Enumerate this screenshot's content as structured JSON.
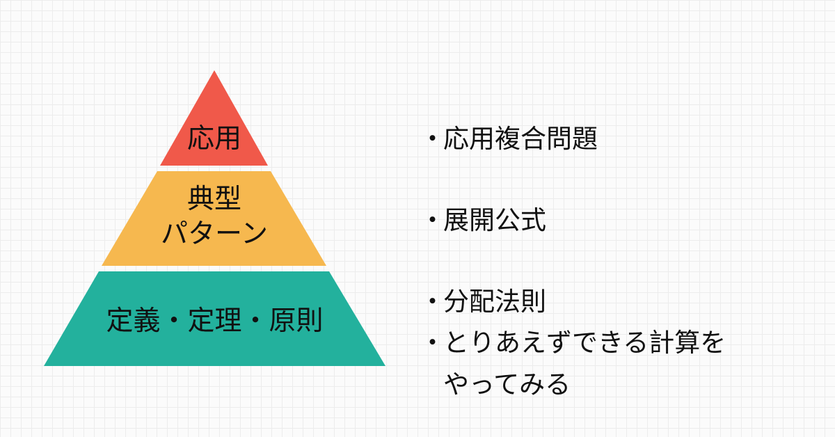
{
  "colors": {
    "top": "#f0594a",
    "middle": "#f6b84f",
    "bottom": "#23b19d"
  },
  "pyramid": {
    "top": {
      "label": "応用"
    },
    "middle": {
      "line1": "典型",
      "line2": "パターン"
    },
    "bottom": {
      "label": "定義・定理・原則"
    }
  },
  "notes": {
    "bullet": "・",
    "top": "応用複合問題",
    "middle": "展開公式",
    "bottom1": "分配法則",
    "bottom2_line1": "とりあえずできる計算を",
    "bottom2_line2": "やってみる"
  }
}
